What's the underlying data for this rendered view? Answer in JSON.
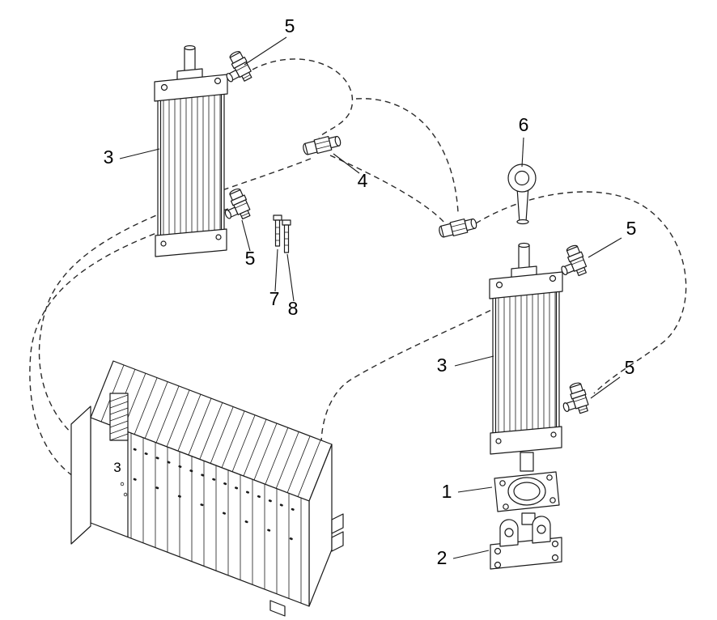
{
  "colors": {
    "line_art": "#1a1a1a",
    "background": "#ffffff"
  },
  "callouts": [
    {
      "part": "elbow-fitting-top-left",
      "label": "5"
    },
    {
      "part": "cylinder-left",
      "label": "3"
    },
    {
      "part": "elbow-fitting-mid-left",
      "label": "5"
    },
    {
      "part": "union-fitting",
      "label": "4"
    },
    {
      "part": "silencer-left",
      "label": "7"
    },
    {
      "part": "silencer-right",
      "label": "8"
    },
    {
      "part": "rod-end",
      "label": "6"
    },
    {
      "part": "elbow-fitting-top-right",
      "label": "5"
    },
    {
      "part": "cylinder-right",
      "label": "3"
    },
    {
      "part": "elbow-fitting-lower-right",
      "label": "5"
    },
    {
      "part": "mounting-flange",
      "label": "1"
    },
    {
      "part": "clevis-bracket",
      "label": "2"
    },
    {
      "part": "manifold-marking",
      "label": "3"
    }
  ]
}
